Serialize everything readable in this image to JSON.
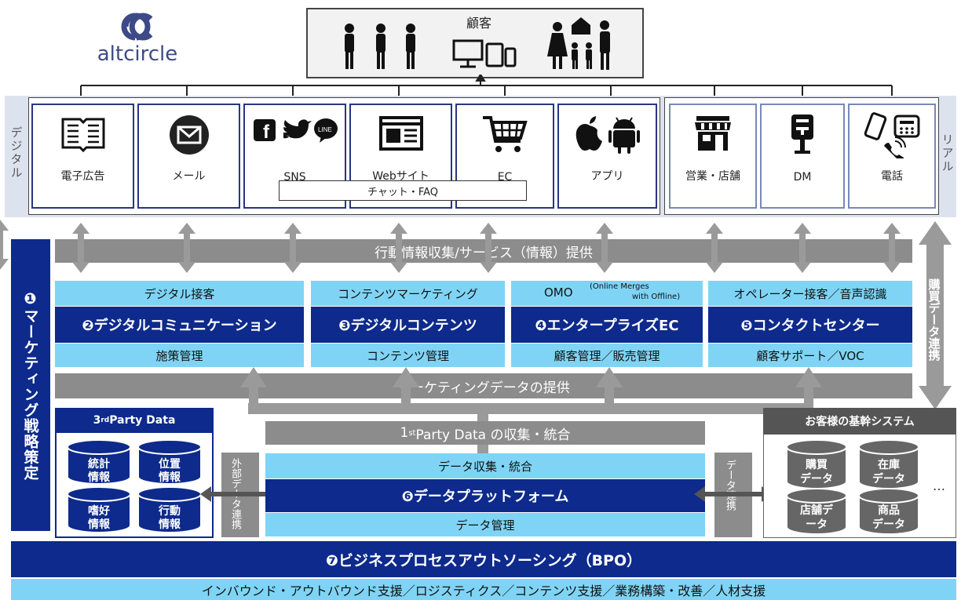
{
  "logo": {
    "text": "altcircle"
  },
  "customer": {
    "title": "顧客"
  },
  "side_labels": {
    "digital": "デジタル",
    "real": "リアル"
  },
  "channels_digital": [
    {
      "label": "電子広告",
      "icon": "newspaper-icon"
    },
    {
      "label": "メール",
      "icon": "mail-icon"
    },
    {
      "label": "SNS",
      "icon": "sns-icons"
    },
    {
      "label": "Webサイト",
      "icon": "web-icon"
    },
    {
      "label": "EC",
      "icon": "cart-icon"
    },
    {
      "label": "アプリ",
      "icon": "app-icons"
    }
  ],
  "channels_real": [
    {
      "label": "営業・店舗",
      "icon": "store-icon"
    },
    {
      "label": "DM",
      "icon": "mailbox-icon"
    },
    {
      "label": "電話",
      "icon": "phone-icon"
    }
  ],
  "chat_faq": "チャット・FAQ",
  "bar_behavior": "行動情報収集/サービス（情報）提供",
  "strategy_label": "❶マーケティング戦略策定",
  "buy_data_link": "購買データ連携",
  "modules": [
    {
      "top": "デジタル接客",
      "mid": "❷デジタルコミュニケーション",
      "bot": "施策管理"
    },
    {
      "top": "コンテンツマーケティング",
      "mid": "❸デジタルコンテンツ",
      "bot": "コンテンツ管理"
    },
    {
      "top": "OMO",
      "top_note1": "(Online Merges",
      "top_note2": "with Offline)",
      "mid": "❹エンタープライズEC",
      "bot": "顧客管理／販売管理"
    },
    {
      "top": "オペレーター接客／音声認識",
      "mid": "❺コンタクトセンター",
      "bot": "顧客サポート／VOC"
    }
  ],
  "bar_marketing": "マーケティングデータの提供",
  "third_party": {
    "title_pre": "3",
    "title_sup": "rd",
    "title_post": " Party Data",
    "items": [
      "統計\n情報",
      "位置\n情報",
      "嗜好\n情報",
      "行動\n情報"
    ]
  },
  "external_link": "外部データ連携",
  "first_party": {
    "pre": "1",
    "sup": "st",
    "post": " Party Data の収集・統合"
  },
  "platform": {
    "top": "データ収集・統合",
    "mid": "❻データプラットフォーム",
    "bot": "データ管理"
  },
  "data_link": "データ連携",
  "core_system": {
    "title": "お客様の基幹システム",
    "items": [
      "購買\nデータ",
      "在庫\nデータ",
      "店舗デ\nータ",
      "商品\nデータ"
    ],
    "ellipsis": "…"
  },
  "bpo": {
    "title": "❼ビジネスプロセスアウトソーシング（BPO）",
    "sub": "インバウンド・アウトバウンド支援／ロジスティクス／コンテンツ支援／業務構築・改善／人材支援"
  }
}
